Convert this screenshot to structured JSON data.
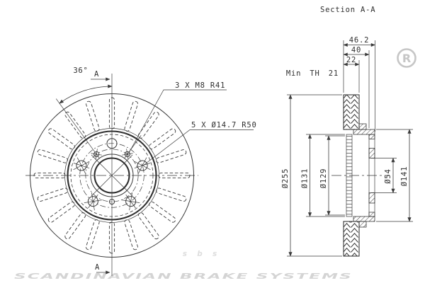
{
  "drawing": {
    "section_title": "Section A-A",
    "front_view": {
      "angle_label": "36°",
      "thread_note": "3 X M8  R41",
      "hole_note": "5 X Ø14.7  R50",
      "section_marker": "A"
    },
    "section_view": {
      "width_overall": "46.2",
      "width_hat": "40",
      "width_disc": "22",
      "min_thickness_note": "Min TH 21",
      "dia_outer": "Ø255",
      "dia_hat_outer": "Ø131",
      "dia_hat_inner": "Ø129",
      "dia_bore": "Ø54",
      "dia_flange": "Ø141"
    }
  },
  "watermark": {
    "logo": "sbs",
    "registered": "R",
    "brand": "SCANDINAVIAN BRAKE SYSTEMS"
  },
  "colors": {
    "line": "#3a3a3a",
    "text": "#2f2f2f",
    "watermark_logo": "#dedede",
    "watermark_brand": "#d4d4d4",
    "background": "#ffffff"
  }
}
